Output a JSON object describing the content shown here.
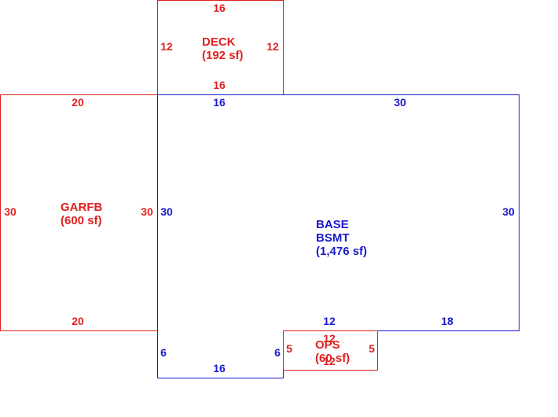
{
  "colors": {
    "red": "#e02020",
    "blue": "#1a1acc"
  },
  "areas": {
    "deck": {
      "name": "DECK",
      "area": "(192 sf)"
    },
    "garfb": {
      "name": "GARFB",
      "area": "(600 sf)"
    },
    "base": {
      "line1": "BASE",
      "line2": "BSMT",
      "area": "(1,476 sf)"
    },
    "ops": {
      "name": "OPS",
      "area": "(60 sf)"
    }
  },
  "dims": {
    "deck_top": "16",
    "deck_left": "12",
    "deck_right": "12",
    "deck_bottom": "16",
    "garfb_top": "20",
    "garfb_left": "30",
    "garfb_right": "30",
    "garfb_bottom": "20",
    "base_top_left": "16",
    "base_top_right": "30",
    "base_left": "30",
    "base_right": "30",
    "base_notch_top": "12",
    "base_bottom_right": "18",
    "base_notch_left": "6",
    "base_notch_right": "6",
    "base_bottom": "16",
    "ops_top": "12",
    "ops_left": "5",
    "ops_right": "5",
    "ops_bottom": "12"
  }
}
